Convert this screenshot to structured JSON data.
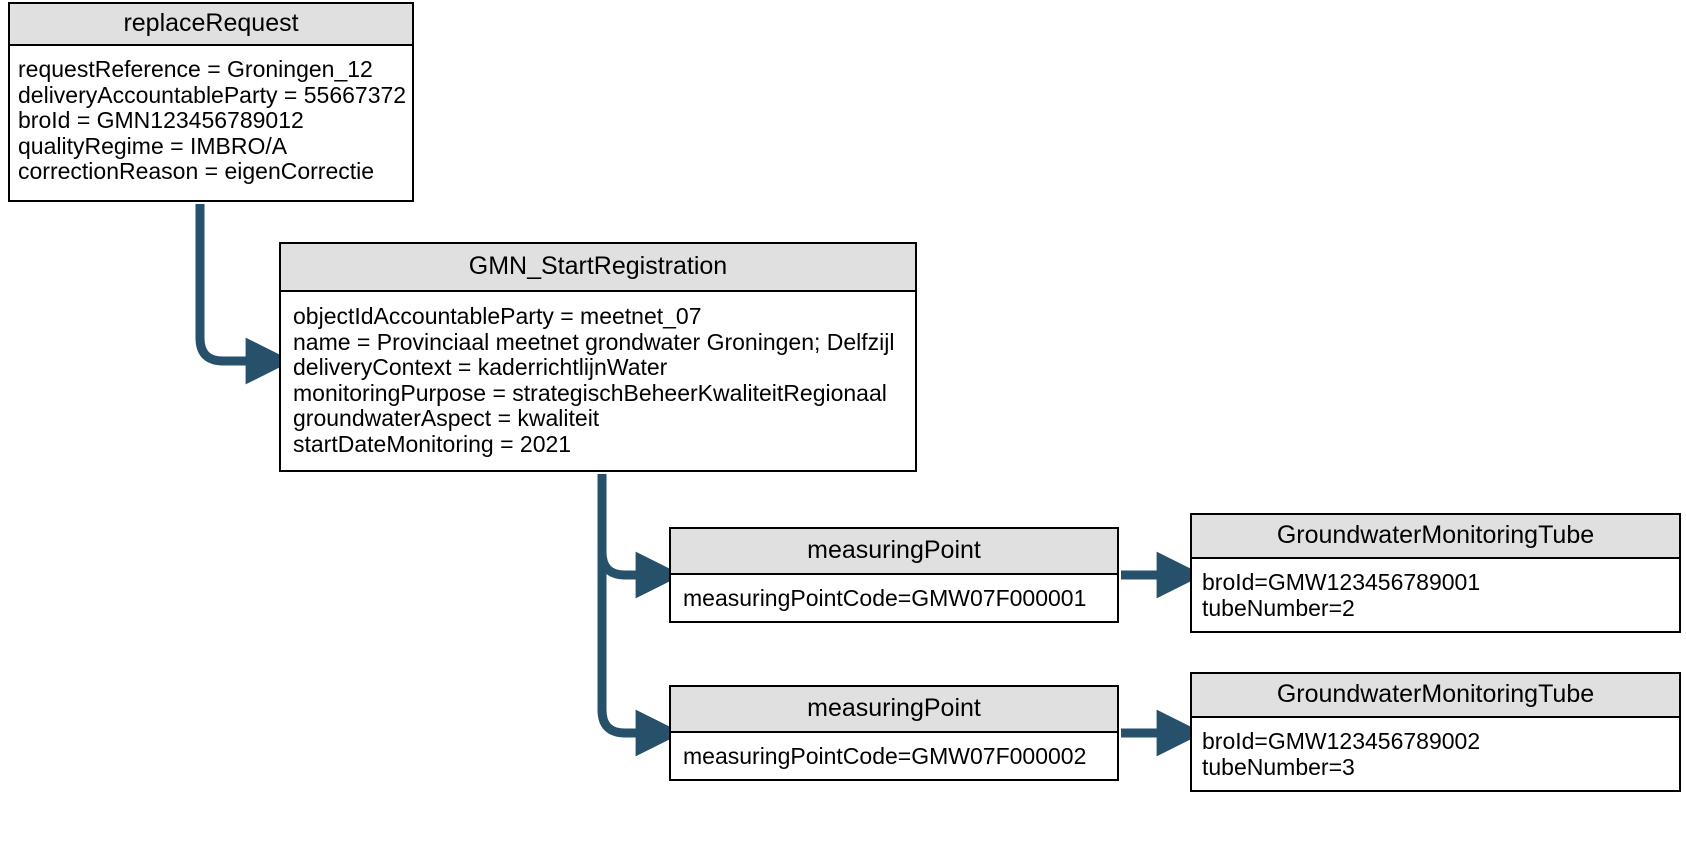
{
  "diagram": {
    "title": "replaceRequest GMN_StartRegistration object diagram",
    "accent_color": "#27506b",
    "header_fill": "#e0e0e0",
    "border_color": "#000000",
    "background": "#ffffff"
  },
  "nodes": {
    "replace_request": {
      "title": "replaceRequest",
      "attributes": [
        "requestReference = Groningen_12",
        "deliveryAccountableParty = 55667372",
        "broId = GMN123456789012",
        "qualityRegime = IMBRO/A",
        "correctionReason = eigenCorrectie"
      ]
    },
    "gmn_start_registration": {
      "title": "GMN_StartRegistration",
      "attributes": [
        "objectIdAccountableParty = meetnet_07",
        "name = Provinciaal meetnet grondwater Groningen; Delfzijl",
        "deliveryContext = kaderrichtlijnWater",
        "monitoringPurpose = strategischBeheerKwaliteitRegionaal",
        "groundwaterAspect = kwaliteit",
        "startDateMonitoring = 2021"
      ]
    },
    "measuring_point_1": {
      "title": "measuringPoint",
      "attributes": [
        "measuringPointCode=GMW07F000001"
      ]
    },
    "measuring_point_2": {
      "title": "measuringPoint",
      "attributes": [
        "measuringPointCode=GMW07F000002"
      ]
    },
    "tube_1": {
      "title": "GroundwaterMonitoringTube",
      "attributes": [
        "broId=GMW123456789001",
        "tubeNumber=2"
      ]
    },
    "tube_2": {
      "title": "GroundwaterMonitoringTube",
      "attributes": [
        "broId=GMW123456789002",
        "tubeNumber=3"
      ]
    }
  },
  "connectors": [
    {
      "name": "replace-request-to-gmn-start-registration",
      "from": "replace_request",
      "to": "gmn_start_registration",
      "style": "elbow-arrow"
    },
    {
      "name": "gmn-start-registration-to-measuring-point-1",
      "from": "gmn_start_registration",
      "to": "measuring_point_1",
      "style": "elbow-arrow"
    },
    {
      "name": "gmn-start-registration-to-measuring-point-2",
      "from": "gmn_start_registration",
      "to": "measuring_point_2",
      "style": "elbow-arrow"
    },
    {
      "name": "measuring-point-1-to-tube-1",
      "from": "measuring_point_1",
      "to": "tube_1",
      "style": "straight-arrow"
    },
    {
      "name": "measuring-point-2-to-tube-2",
      "from": "measuring_point_2",
      "to": "tube_2",
      "style": "straight-arrow"
    }
  ]
}
